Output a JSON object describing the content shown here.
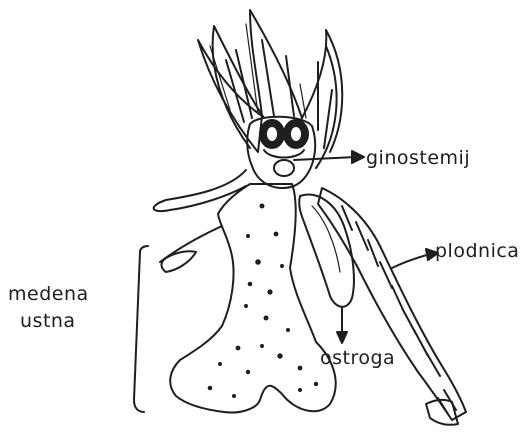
{
  "diagram": {
    "labels": {
      "medena": "medena",
      "ustna": "ustna",
      "ginostemij": "ginostemij",
      "plodnica": "plodnica",
      "ostroga": "ostroga"
    },
    "colors": {
      "ink": "#1e1e1e",
      "paper": "#ffffff"
    }
  }
}
